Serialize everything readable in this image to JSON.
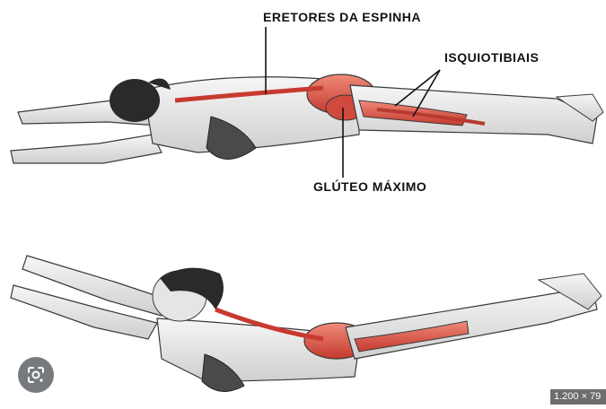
{
  "labels": {
    "erector": "ERETORES DA ESPINHA",
    "hamstrings": "ISQUIOTIBIAIS",
    "glute": "GLÚTEO MÁXIMO"
  },
  "badge": {
    "size_text": "1.200 × 79"
  },
  "colors": {
    "skin": "#e9e9e9",
    "outline": "#3a3a3a",
    "muscle_highlight": "#d9473a",
    "hair": "#2a2a2a",
    "clothing": "#4a4a4a"
  },
  "icons": {
    "lens": "lens-icon"
  }
}
